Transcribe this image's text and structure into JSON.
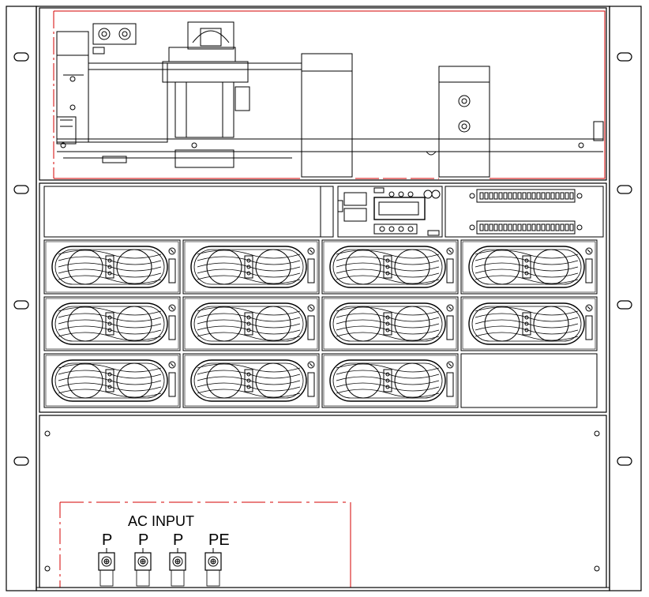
{
  "panel": {
    "ac_input_title": "AC INPUT",
    "terminals": [
      {
        "label": "P"
      },
      {
        "label": "P"
      },
      {
        "label": "P"
      },
      {
        "label": "PE"
      }
    ]
  },
  "colors": {
    "line": "#000000",
    "outline_red": "#d40000",
    "background": "#ffffff"
  },
  "layout_counts": {
    "rectifier_modules": 11,
    "blank_slots": 1
  }
}
